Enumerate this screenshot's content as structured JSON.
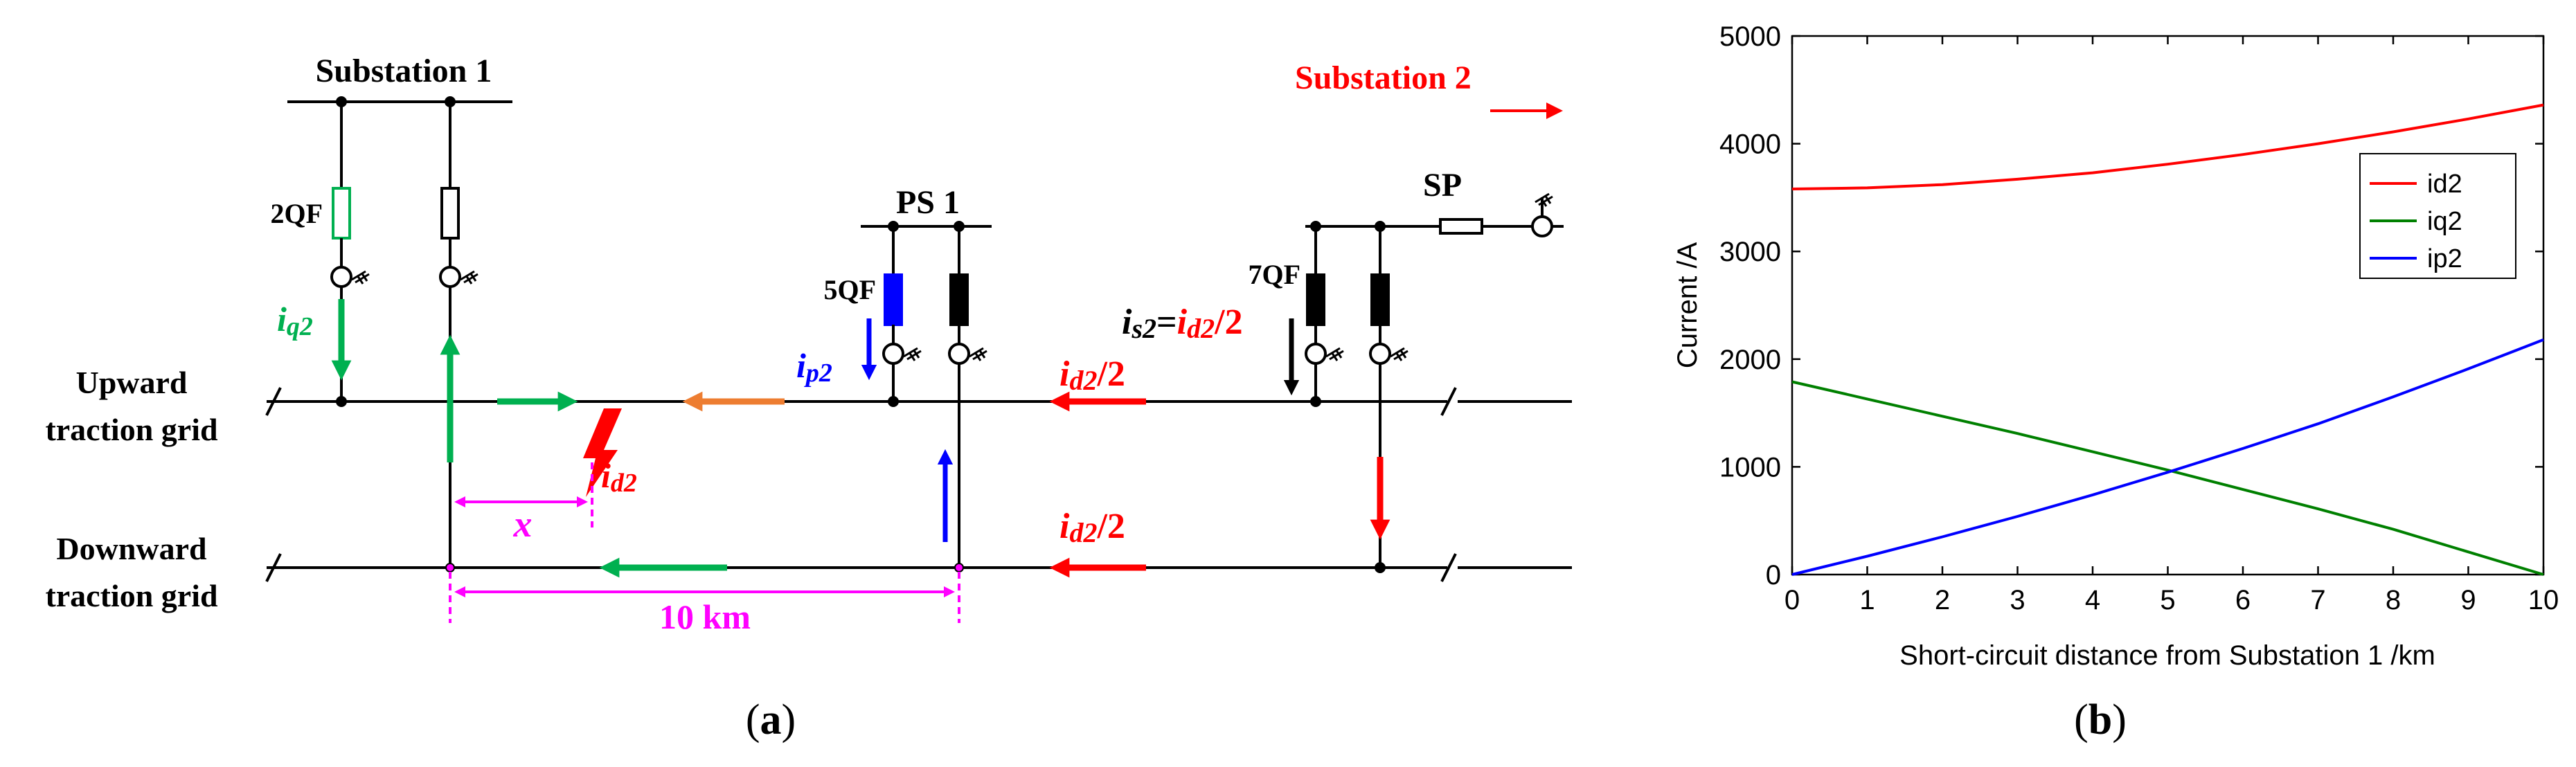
{
  "diagram": {
    "substation1": "Substation 1",
    "substation2": "Substation 2",
    "ps1": "PS 1",
    "sp": "SP",
    "breaker_2qf": "2QF",
    "breaker_5qf": "5QF",
    "breaker_7qf": "7QF",
    "upward_line1": "Upward",
    "upward_line2": "traction grid",
    "downward_line1": "Downward",
    "downward_line2": "traction grid",
    "iq2": {
      "main": "i",
      "sub": "q2"
    },
    "ip2": {
      "main": "i",
      "sub": "p2"
    },
    "is2": {
      "main": "i",
      "sub": "s2",
      "eq": "=",
      "rhs_main": "i",
      "rhs_sub": "d2",
      "rhs_tail": "/2"
    },
    "id2_half_up": {
      "main": "i",
      "sub": "d2",
      "tail": "/2"
    },
    "id2_half_down": {
      "main": "i",
      "sub": "d2",
      "tail": "/2"
    },
    "id2_fault": {
      "main": "i",
      "sub": "d2"
    },
    "x_label": "x",
    "distance_label": "10 km",
    "panel_label": {
      "open": "(",
      "letter": "a",
      "close": ")"
    },
    "colors": {
      "red": "#ff0000",
      "green": "#00b050",
      "blue": "#0000ff",
      "orange": "#ed7d31",
      "magenta": "#ff00ff",
      "black": "#000000"
    }
  },
  "chart_data": {
    "type": "line",
    "xlabel": "Short-circuit distance from Substation 1 /km",
    "ylabel": "Current /A",
    "xlim": [
      0,
      10
    ],
    "ylim": [
      0,
      5000
    ],
    "xticks": [
      0,
      1,
      2,
      3,
      4,
      5,
      6,
      7,
      8,
      9,
      10
    ],
    "yticks": [
      0,
      1000,
      2000,
      3000,
      4000,
      5000
    ],
    "legend_position": "right",
    "grid": false,
    "x": [
      0,
      1,
      2,
      3,
      4,
      5,
      6,
      7,
      8,
      9,
      10
    ],
    "series": [
      {
        "name": "id2",
        "color": "#ff0000",
        "values": [
          3580,
          3590,
          3620,
          3670,
          3730,
          3810,
          3900,
          4000,
          4110,
          4230,
          4360
        ]
      },
      {
        "name": "iq2",
        "color": "#008000",
        "values": [
          1790,
          1630,
          1470,
          1310,
          1140,
          970,
          790,
          610,
          420,
          210,
          0
        ]
      },
      {
        "name": "ip2",
        "color": "#0000ff",
        "values": [
          0,
          170,
          350,
          540,
          740,
          950,
          1170,
          1400,
          1650,
          1910,
          2180
        ]
      }
    ],
    "panel_label": {
      "open": "(",
      "letter": "b",
      "close": ")"
    }
  }
}
